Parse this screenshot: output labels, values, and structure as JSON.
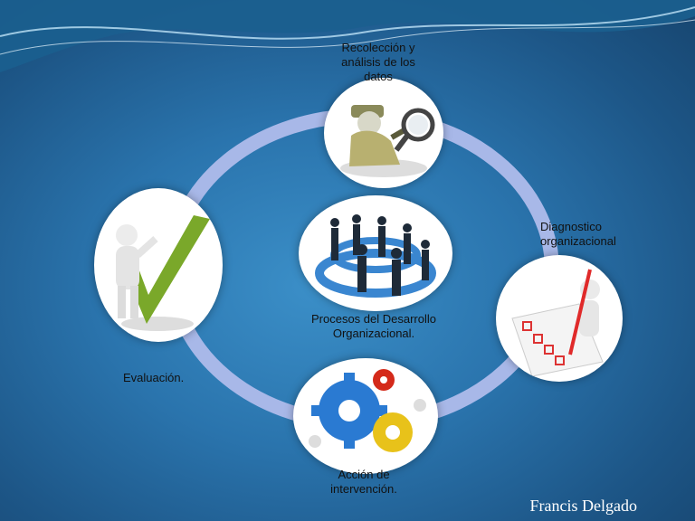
{
  "diagram": {
    "nodes": [
      {
        "id": "recoleccion",
        "label": "Recolección y\nanálisis de los\ndatos",
        "icon": "detective-magnifier-icon"
      },
      {
        "id": "diagnostico",
        "label": "Diagnostico\norganizacional",
        "icon": "checklist-icon"
      },
      {
        "id": "accion",
        "label": "Acción de\nintervención.",
        "icon": "gears-icon"
      },
      {
        "id": "evaluacion",
        "label": "Evaluación.",
        "icon": "checkmark-icon"
      }
    ],
    "center": {
      "label": "Procesos del Desarrollo\nOrganizacional.",
      "icon": "people-network-icon"
    }
  },
  "footer": {
    "author": "Francis Delgado"
  },
  "colors": {
    "ring": "#a8b8e8",
    "background": "#2a74ad",
    "gear_blue": "#2a7ad2",
    "gear_yellow": "#e8c21a",
    "gear_red": "#d42a1a",
    "check_green": "#7aa82a"
  }
}
